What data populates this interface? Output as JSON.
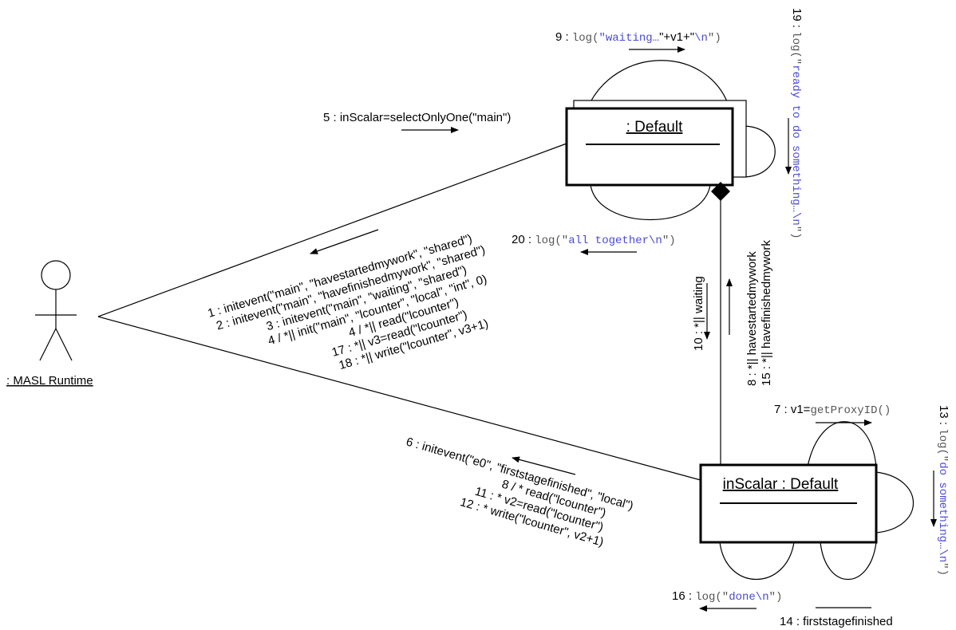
{
  "actor": {
    "label": ": MASL Runtime"
  },
  "objects": {
    "default": {
      "label": ":  Default"
    },
    "inscalar": {
      "label": "inScalar :  Default"
    }
  },
  "messages": {
    "m5": [
      "5 : inScalar=selectOnlyOne(\"main\")"
    ],
    "m9": [
      {
        "t": "9 : ",
        "c": "sans"
      },
      {
        "t": "log(",
        "c": "mono"
      },
      {
        "t": "\"waiting…",
        "c": "blue"
      },
      {
        "t": "\"+v1+\"",
        "c": "sans"
      },
      {
        "t": "\\n",
        "c": "blue"
      },
      {
        "t": "\")",
        "c": "mono"
      }
    ],
    "m19": [
      {
        "t": "19 : ",
        "c": "sans"
      },
      {
        "t": "log(\"",
        "c": "mono"
      },
      {
        "t": "ready to do something…\\n",
        "c": "blue"
      },
      {
        "t": "\")",
        "c": "mono"
      }
    ],
    "m20": [
      {
        "t": "20 : ",
        "c": "sans"
      },
      {
        "t": "log(\"",
        "c": "mono"
      },
      {
        "t": "all together\\n",
        "c": "blue"
      },
      {
        "t": "\")",
        "c": "mono"
      }
    ],
    "actor_group": [
      "1 : initevent(\"main\", \"havestartedmywork\", \"shared\")",
      "2 : initevent(\"main\", \"havefinishedmywork\", \"shared\")",
      "3 : initevent(\"main\", \"waiting\", \"shared\")",
      "4 / *|| init(\"main\", \"lcounter\", \"local\", \"int\", 0)",
      "4 / *|| read(\"lcounter\")",
      "17 : *|| v3=read(\"lcounter\")",
      "18 : *|| write(\"lcounter\", v3+1)"
    ],
    "m10": [
      "10 : *|| waiting"
    ],
    "m8_15": [
      "8 : *|| havestartedmywork",
      "15 : *|| havefinishedmywork"
    ],
    "m7": [
      {
        "t": "7 : v1=",
        "c": "sans"
      },
      {
        "t": "getProxyID()",
        "c": "mono"
      }
    ],
    "m13": [
      {
        "t": "13 : ",
        "c": "sans"
      },
      {
        "t": "log(\"",
        "c": "mono"
      },
      {
        "t": "do something…\\n",
        "c": "blue"
      },
      {
        "t": "\")",
        "c": "mono"
      }
    ],
    "inscalar_group": [
      "6 : initevent(\"e0\", \"firststagefinished\", \"local\")",
      "8 / * read(\"lcounter\")",
      "11 : * v2=read(\"lcounter\")",
      "12 : * write(\"lcounter\", v2+1)"
    ],
    "m16": [
      {
        "t": "16 : ",
        "c": "sans"
      },
      {
        "t": "log(\"",
        "c": "mono"
      },
      {
        "t": "done\\n",
        "c": "blue"
      },
      {
        "t": "\")",
        "c": "mono"
      }
    ],
    "m14": [
      "14 : firststagefinished"
    ]
  }
}
